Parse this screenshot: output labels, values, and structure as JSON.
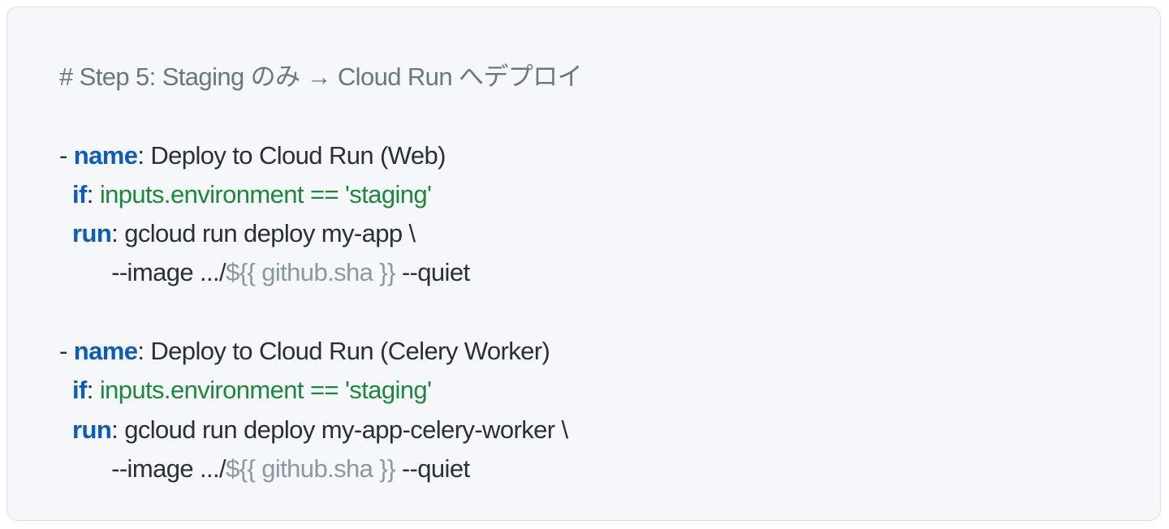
{
  "comment": "# Step 5: Staging のみ → Cloud Run へデプロイ",
  "steps": [
    {
      "dash": "- ",
      "name_key": "name",
      "name_value": ": Deploy to Cloud Run (Web)",
      "if_key": "if",
      "if_sep": ": ",
      "if_value": "inputs.environment == 'staging'",
      "run_key": "run",
      "run_value": ": gcloud run deploy my-app \\",
      "cont_prefix": "--image .../",
      "cont_template": "${{ github.sha }}",
      "cont_suffix": " --quiet"
    },
    {
      "dash": "- ",
      "name_key": "name",
      "name_value": ": Deploy to Cloud Run (Celery Worker)",
      "if_key": "if",
      "if_sep": ": ",
      "if_value": "inputs.environment == 'staging'",
      "run_key": "run",
      "run_value": ": gcloud run deploy my-app-celery-worker \\",
      "cont_prefix": "--image .../",
      "cont_template": "${{ github.sha }}",
      "cont_suffix": " --quiet"
    }
  ],
  "colors": {
    "keyword": "#0a5cc0",
    "string": "#1a8a3a",
    "comment": "#6b7585",
    "template": "#8d96a3",
    "background": "#f5f7fa"
  }
}
